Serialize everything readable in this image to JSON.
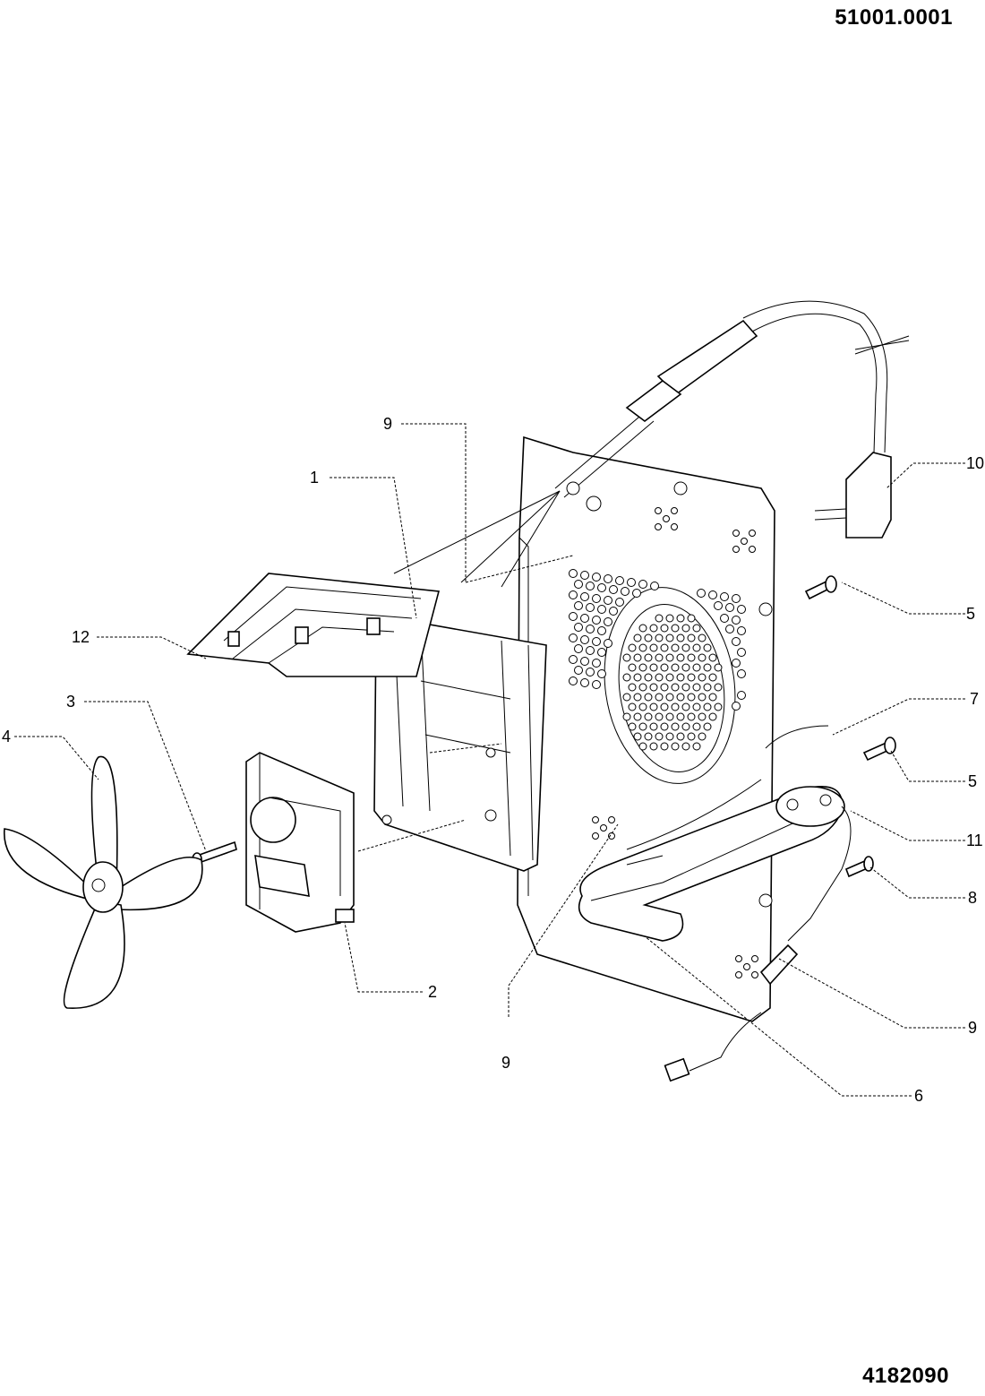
{
  "drawing_code": "51001.0001",
  "figure_code": "4182090",
  "callouts": [
    {
      "id": "callout-9-top",
      "label": "9"
    },
    {
      "id": "callout-1",
      "label": "1"
    },
    {
      "id": "callout-10",
      "label": "10"
    },
    {
      "id": "callout-12",
      "label": "12"
    },
    {
      "id": "callout-5-upper",
      "label": "5"
    },
    {
      "id": "callout-3",
      "label": "3"
    },
    {
      "id": "callout-4",
      "label": "4"
    },
    {
      "id": "callout-7",
      "label": "7"
    },
    {
      "id": "callout-5-lower",
      "label": "5"
    },
    {
      "id": "callout-11",
      "label": "11"
    },
    {
      "id": "callout-8",
      "label": "8"
    },
    {
      "id": "callout-2",
      "label": "2"
    },
    {
      "id": "callout-9-right",
      "label": "9"
    },
    {
      "id": "callout-9-bottom",
      "label": "9"
    },
    {
      "id": "callout-6",
      "label": "6"
    }
  ]
}
